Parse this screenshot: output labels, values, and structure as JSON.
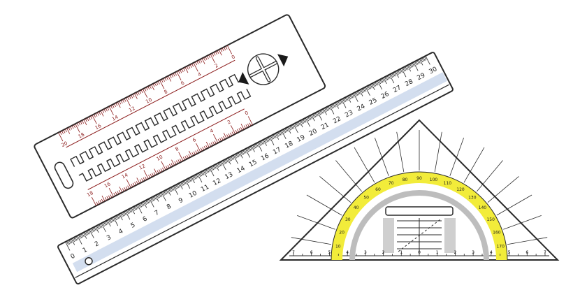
{
  "illustration": {
    "long_ruler": {
      "labels": [
        "0",
        "1",
        "2",
        "3",
        "4",
        "5",
        "6",
        "7",
        "8",
        "9",
        "10",
        "11",
        "12",
        "13",
        "14",
        "15",
        "16",
        "17",
        "18",
        "19",
        "20",
        "21",
        "22",
        "23",
        "24",
        "25",
        "26",
        "27",
        "28",
        "29",
        "30"
      ],
      "colors": {
        "body": "#ffffff",
        "edge": "#2a2a2a",
        "stripe": "#d3deef"
      }
    },
    "patient_ruler": {
      "top_scale_labels": [
        "20",
        "18",
        "16",
        "14",
        "12",
        "10",
        "8",
        "6",
        "4",
        "2",
        "0"
      ],
      "bottom_scale_labels": [
        "18",
        "16",
        "14",
        "12",
        "10",
        "8",
        "6",
        "4",
        "2",
        "0"
      ],
      "colors": {
        "scale": "#8b1a1a",
        "edge": "#2a2a2a"
      }
    },
    "set_square": {
      "protractor_labels": [
        "170",
        "160",
        "150",
        "140",
        "130",
        "120",
        "110",
        "100",
        "90",
        "80",
        "70",
        "60",
        "50",
        "40",
        "30",
        "20",
        "10"
      ],
      "base_labels": [
        "7",
        "6",
        "5",
        "4",
        "3",
        "2",
        "1",
        "0",
        "1",
        "2",
        "3",
        "4",
        "5",
        "6",
        "7"
      ],
      "colors": {
        "arc": "#f2ec3a",
        "inner_arc": "#bdbdbd",
        "handle": "#cfcfcf",
        "edge": "#2a2a2a"
      }
    }
  }
}
